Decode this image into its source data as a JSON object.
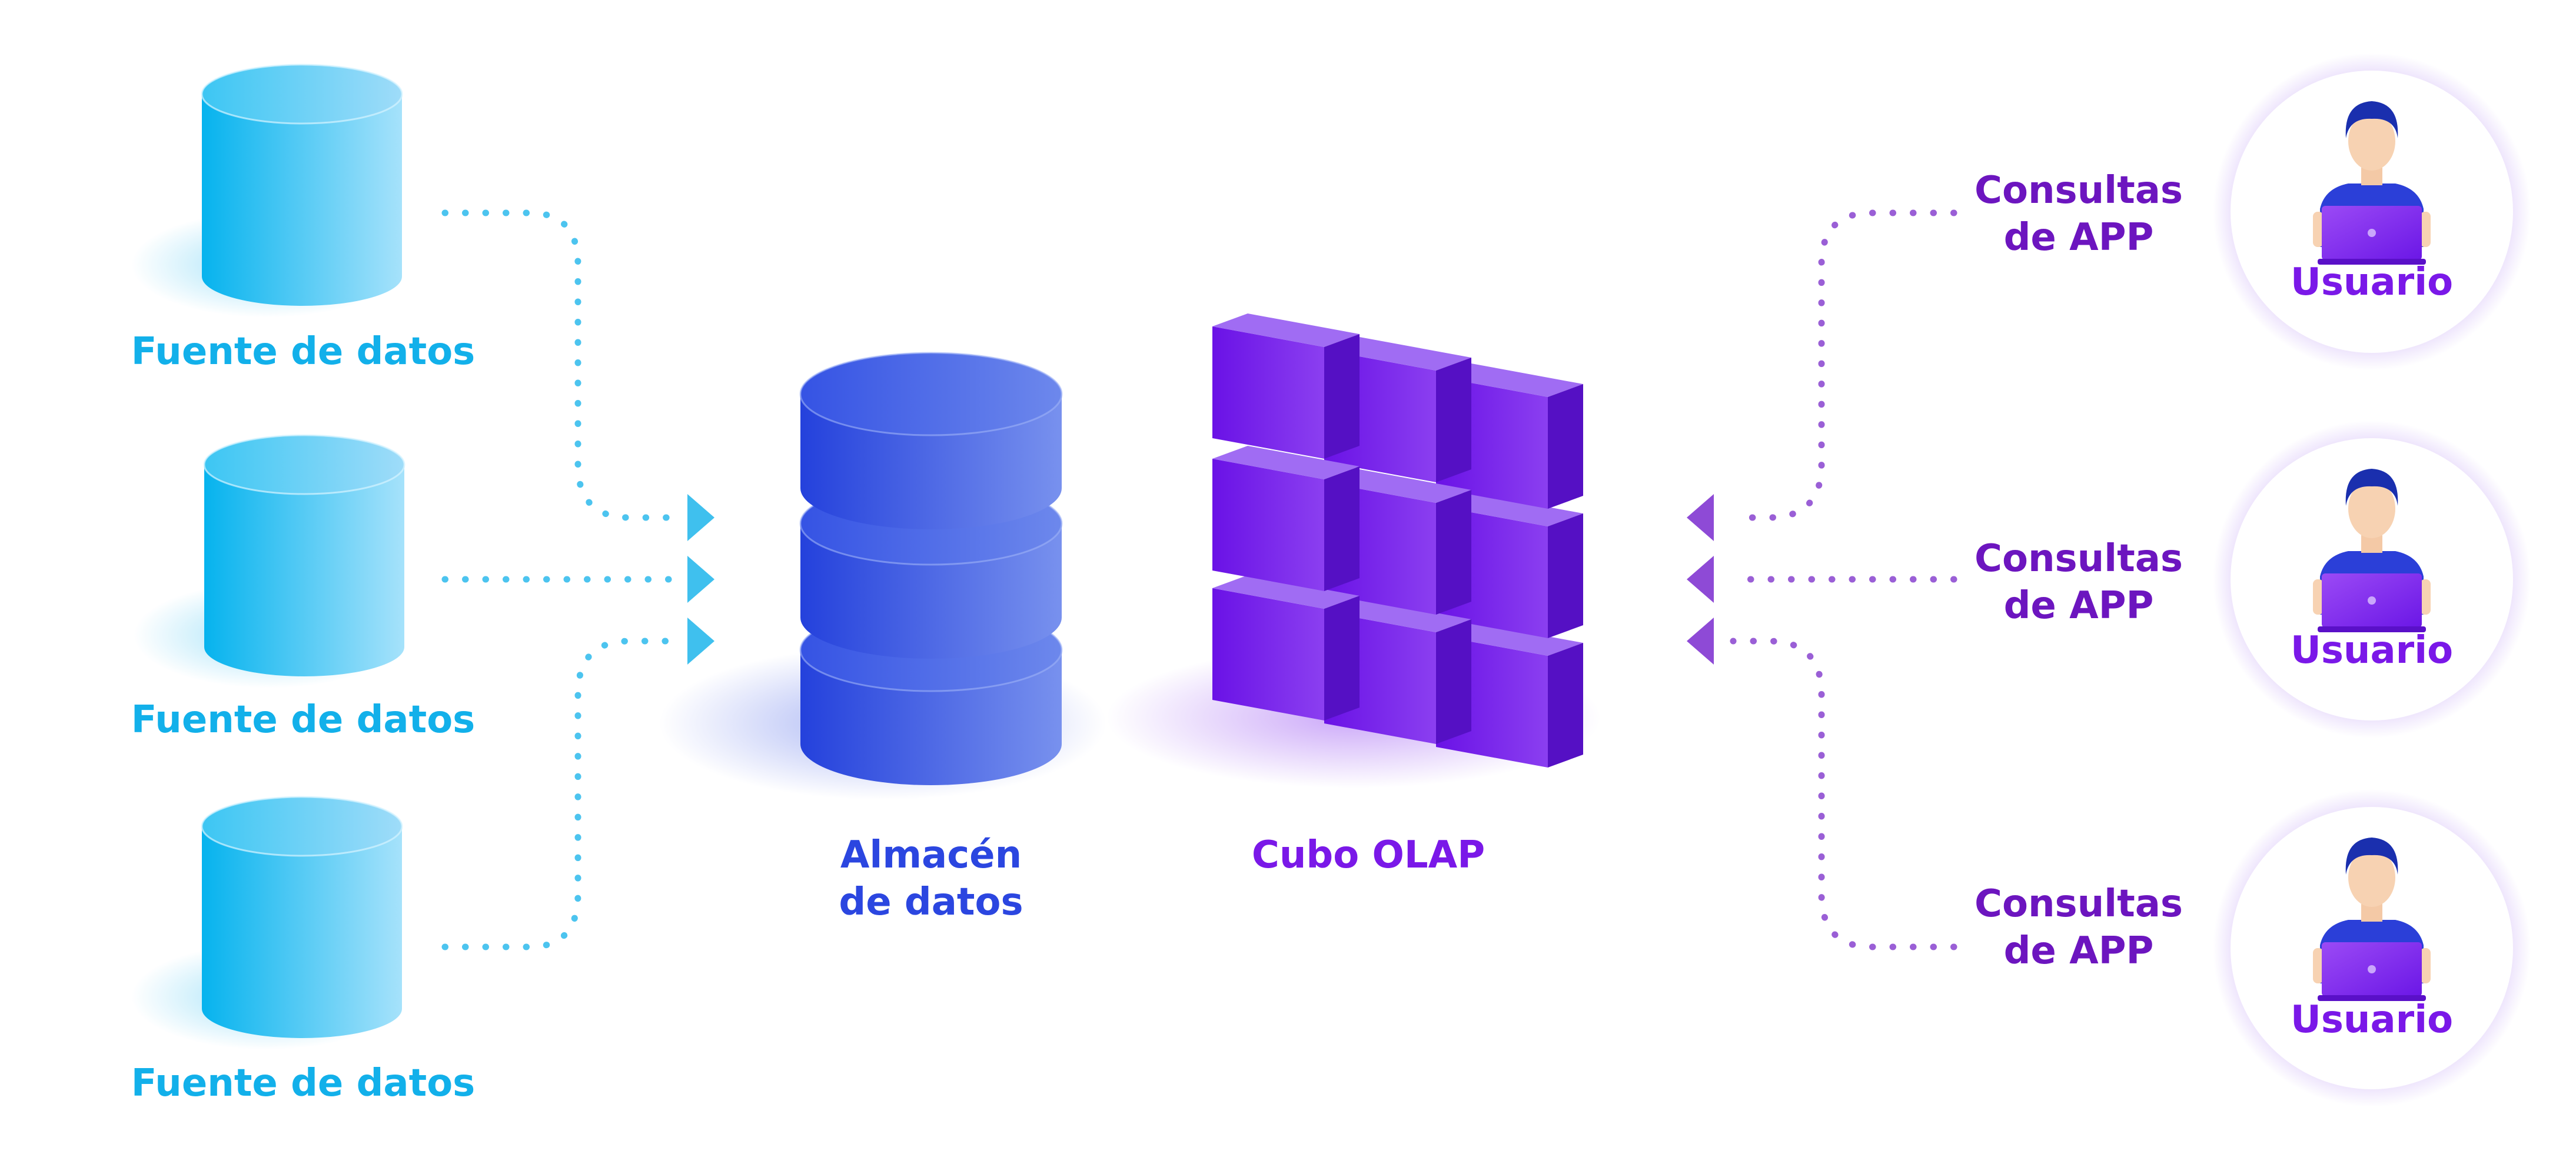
{
  "sources": {
    "label": "Fuente de datos",
    "items": [
      {
        "label": "Fuente de datos"
      },
      {
        "label": "Fuente de datos"
      },
      {
        "label": "Fuente de datos"
      }
    ]
  },
  "warehouse": {
    "line1": "Almacén",
    "line2": "de datos"
  },
  "olap": {
    "label": "Cubo OLAP"
  },
  "users": [
    {
      "query_line1": "Consultas",
      "query_line2": "de APP",
      "user_label": "Usuario"
    },
    {
      "query_line1": "Consultas",
      "query_line2": "de APP",
      "user_label": "Usuario"
    },
    {
      "query_line1": "Consultas",
      "query_line2": "de APP",
      "user_label": "Usuario"
    }
  ],
  "colors": {
    "source": "#12b0ea",
    "warehouse": "#2b46e0",
    "cube": "#7a18e8",
    "query": "#6c15bf",
    "connector_left": "#4cc4ef",
    "connector_right": "#9a5fd6"
  }
}
